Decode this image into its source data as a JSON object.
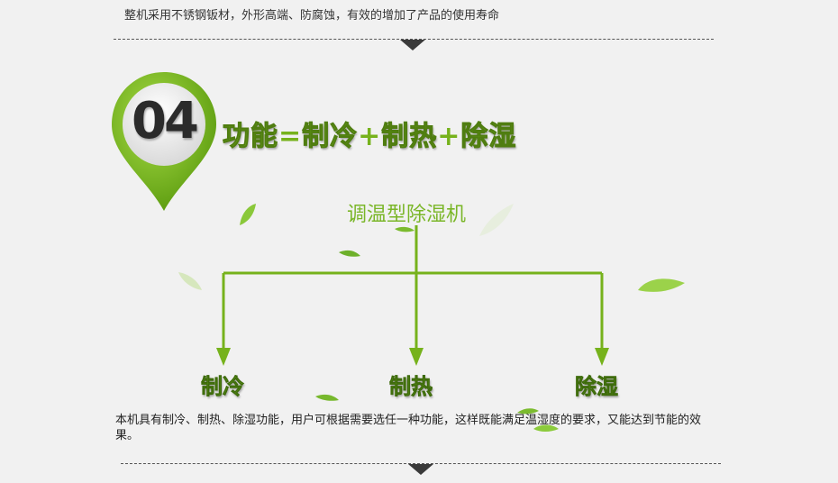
{
  "top_text": "整机采用不锈钢钣材，外形高端、防腐蚀，有效的增加了产品的使用寿命",
  "section": {
    "number": "04",
    "title_parts": [
      "功能",
      "=",
      "制冷",
      "+",
      "制热",
      "+",
      "除湿"
    ]
  },
  "diagram": {
    "center_label": "调温型除湿机",
    "branches": [
      "制冷",
      "制热",
      "除湿"
    ]
  },
  "description": "本机具有制冷、制热、除湿功能，用户可根据需要选任一种功能，这样既能满足温湿度的要求，又能达到节能的效果。",
  "colors": {
    "accent_green": "#7ab628",
    "dark_number": "#2b2b2b",
    "background": "#f1f1f1"
  }
}
